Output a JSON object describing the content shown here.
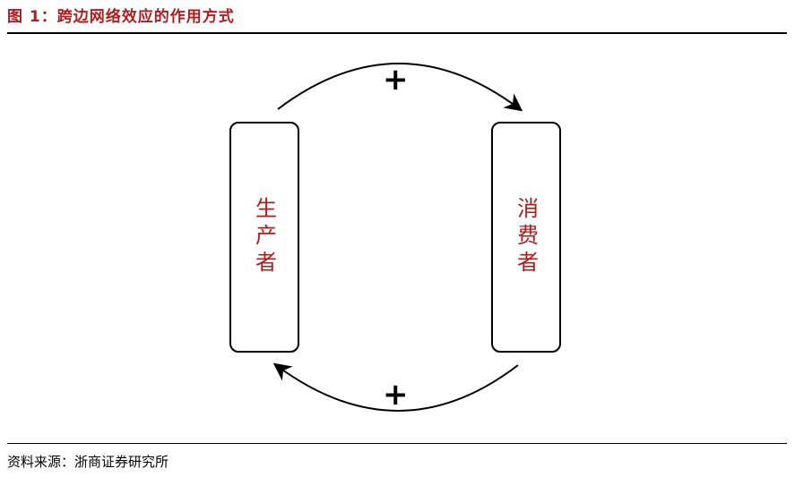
{
  "title": "图 1：跨边网络效应的作用方式",
  "producer": "生产者",
  "consumer": "消费者",
  "top_sign": "+",
  "bottom_sign": "+",
  "source": "资料来源：浙商证券研究所"
}
